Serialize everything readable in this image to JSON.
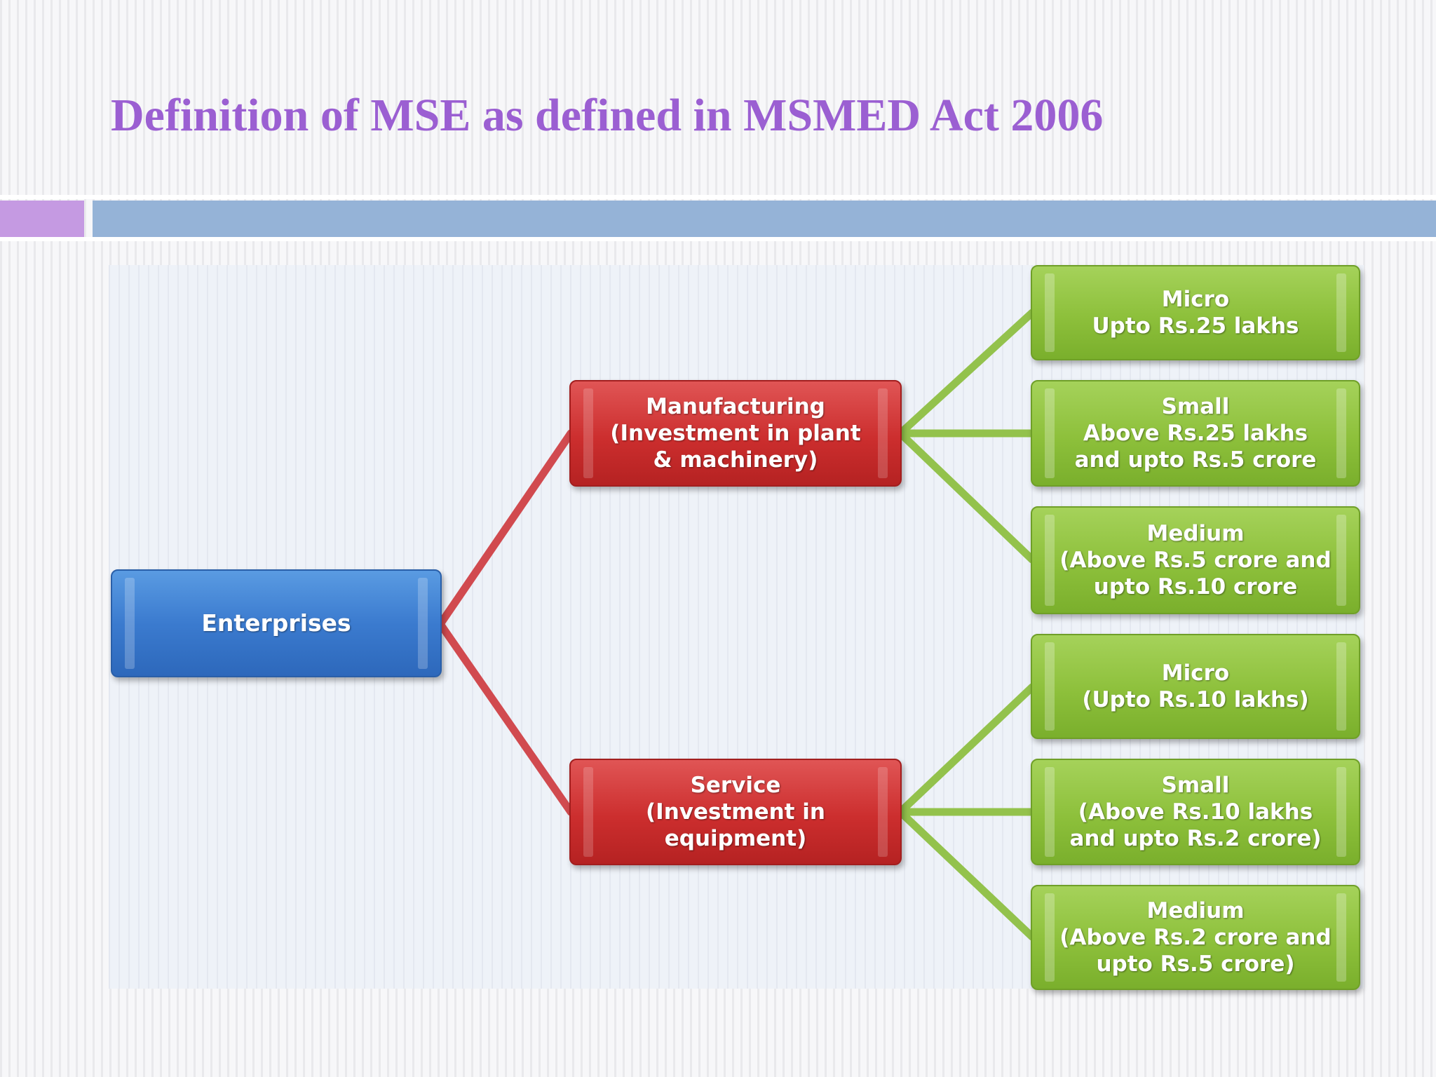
{
  "slide": {
    "title": "Definition of MSE as defined in MSMED Act 2006"
  },
  "diagram": {
    "root": {
      "label": "Enterprises"
    },
    "manufacturing": {
      "line1": "Manufacturing",
      "line2": "(Investment in plant",
      "line3": "& machinery)",
      "children": [
        {
          "line1": "Micro",
          "line2": "Upto Rs.25 lakhs"
        },
        {
          "line1": "Small",
          "line2": "Above Rs.25 lakhs",
          "line3": "and upto Rs.5 crore"
        },
        {
          "line1": "Medium",
          "line2": "(Above Rs.5 crore and",
          "line3": "upto Rs.10 crore"
        }
      ]
    },
    "service": {
      "line1": "Service",
      "line2": "(Investment in",
      "line3": "equipment)",
      "children": [
        {
          "line1": "Micro",
          "line2": "(Upto Rs.10 lakhs)"
        },
        {
          "line1": "Small",
          "line2": "(Above Rs.10 lakhs",
          "line3": "and upto Rs.2 crore)"
        },
        {
          "line1": "Medium",
          "line2": "(Above Rs.2 crore and",
          "line3": "upto Rs.5 crore)"
        }
      ]
    }
  },
  "colors": {
    "title": "#9b5fd2",
    "band_left": "#c59ae2",
    "band_right": "#95b3d7",
    "root_node": "#3b7bcf",
    "category_node": "#cc2e2e",
    "leaf_node": "#8dc03b",
    "root_connector": "#d14a4f",
    "leaf_connector": "#93c24c"
  }
}
